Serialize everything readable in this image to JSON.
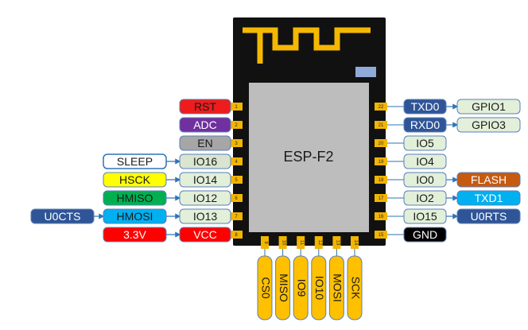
{
  "chip": {
    "name": "ESP-F2",
    "body_color": "#111111",
    "shield_color": "#bdbdbd",
    "antenna_color": "#f5b800",
    "pad_color": "#f2b500",
    "led_color": "#8fa9d8"
  },
  "pins_left": [
    {
      "num": "1",
      "labels": [
        {
          "text": "RST",
          "bg": "#ee1c1c",
          "fg": "#1a1a1a"
        }
      ]
    },
    {
      "num": "2",
      "labels": [
        {
          "text": "ADC",
          "bg": "#7030a0",
          "fg": "#ffffff"
        }
      ]
    },
    {
      "num": "3",
      "labels": [
        {
          "text": "EN",
          "bg": "#a6a6a6",
          "fg": "#1a1a1a"
        }
      ]
    },
    {
      "num": "4",
      "labels": [
        {
          "text": "IO16",
          "bg": "#d9e5d0",
          "fg": "#1a1a1a"
        },
        {
          "text": "SLEEP",
          "bg": "#ffffff",
          "fg": "#1a1a1a",
          "border": "#2e75b6"
        }
      ]
    },
    {
      "num": "5",
      "labels": [
        {
          "text": "IO14",
          "bg": "#e2efd9",
          "fg": "#1a1a1a"
        },
        {
          "text": "HSCK",
          "bg": "#ffff00",
          "fg": "#1a1a1a"
        }
      ]
    },
    {
      "num": "6",
      "labels": [
        {
          "text": "IO12",
          "bg": "#e2efd9",
          "fg": "#1a1a1a"
        },
        {
          "text": "HMISO",
          "bg": "#00b050",
          "fg": "#1a1a1a"
        }
      ]
    },
    {
      "num": "7",
      "labels": [
        {
          "text": "IO13",
          "bg": "#e2efd9",
          "fg": "#1a1a1a"
        },
        {
          "text": "HMOSI",
          "bg": "#00b0f0",
          "fg": "#1a1a1a"
        },
        {
          "text": "U0CTS",
          "bg": "#2f5597",
          "fg": "#ffffff"
        }
      ]
    },
    {
      "num": "8",
      "labels": [
        {
          "text": "VCC",
          "bg": "#ff0000",
          "fg": "#ffffff"
        },
        {
          "text": "3.3V",
          "bg": "#ff0000",
          "fg": "#ffffff"
        }
      ]
    }
  ],
  "pins_right": [
    {
      "num": "22",
      "labels": [
        {
          "text": "TXD0",
          "bg": "#2f5597",
          "fg": "#ffffff"
        },
        {
          "text": "GPIO1",
          "bg": "#e2efd9",
          "fg": "#1a1a1a"
        }
      ]
    },
    {
      "num": "21",
      "labels": [
        {
          "text": "RXD0",
          "bg": "#2f5597",
          "fg": "#ffffff"
        },
        {
          "text": "GPIO3",
          "bg": "#e2efd9",
          "fg": "#1a1a1a"
        }
      ]
    },
    {
      "num": "20",
      "labels": [
        {
          "text": "IO5",
          "bg": "#e2efd9",
          "fg": "#1a1a1a"
        }
      ]
    },
    {
      "num": "19",
      "labels": [
        {
          "text": "IO4",
          "bg": "#e2efd9",
          "fg": "#1a1a1a"
        }
      ]
    },
    {
      "num": "18",
      "labels": [
        {
          "text": "IO0",
          "bg": "#e2efd9",
          "fg": "#1a1a1a"
        },
        {
          "text": "FLASH",
          "bg": "#c55a11",
          "fg": "#ffffff"
        }
      ]
    },
    {
      "num": "17",
      "labels": [
        {
          "text": "IO2",
          "bg": "#e2efd9",
          "fg": "#1a1a1a"
        },
        {
          "text": "TXD1",
          "bg": "#00b0f0",
          "fg": "#ffffff"
        }
      ]
    },
    {
      "num": "16",
      "labels": [
        {
          "text": "IO15",
          "bg": "#e2efd9",
          "fg": "#1a1a1a"
        },
        {
          "text": "U0RTS",
          "bg": "#2f5597",
          "fg": "#ffffff"
        }
      ]
    },
    {
      "num": "15",
      "labels": [
        {
          "text": "GND",
          "bg": "#000000",
          "fg": "#ffffff"
        }
      ]
    }
  ],
  "pins_bottom": [
    {
      "num": "9",
      "label": "CS0"
    },
    {
      "num": "10",
      "label": "MISO"
    },
    {
      "num": "11",
      "label": "IO9"
    },
    {
      "num": "12",
      "label": "IO10"
    },
    {
      "num": "13",
      "label": "MOSI"
    },
    {
      "num": "14",
      "label": "SCK"
    }
  ]
}
